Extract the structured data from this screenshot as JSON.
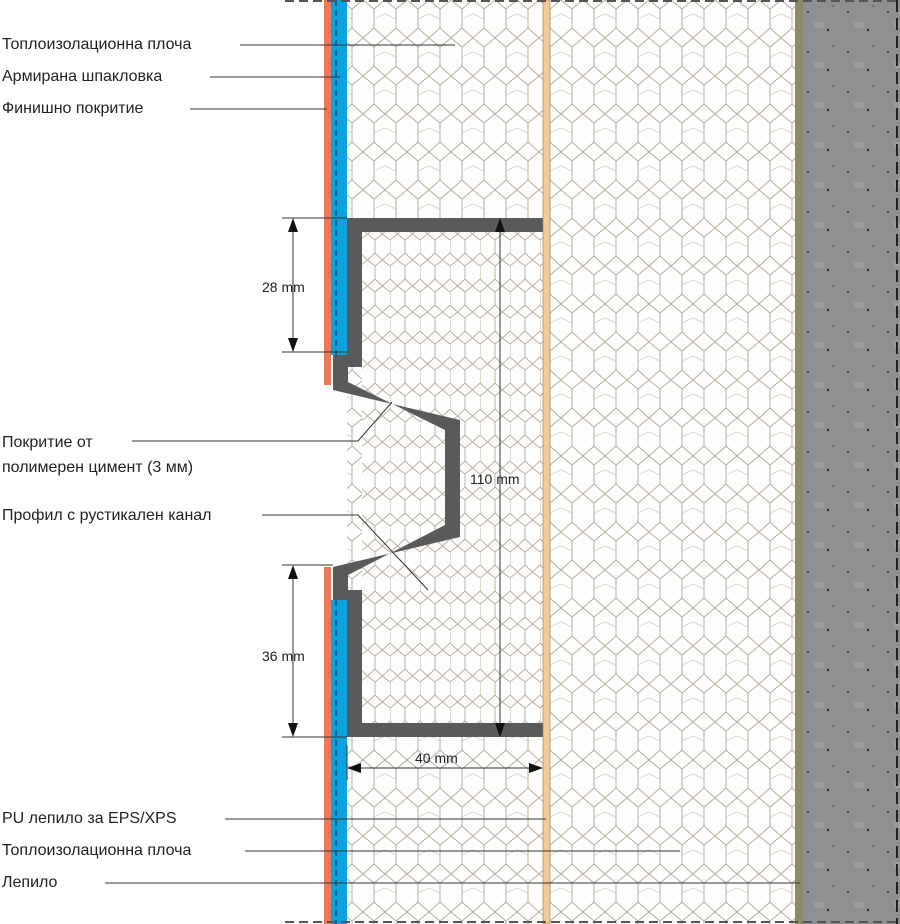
{
  "labels": {
    "insulation_top": "Топлоизолационна плоча",
    "reinforced_plaster": "Армирана шпакловка",
    "finish_coat": "Финишно покритие",
    "polymer_cement_line1": "Покритие от",
    "polymer_cement_line2": "полимерен цимент (3 мм)",
    "rustic_profile": "Профил с рустикален канал",
    "pu_adhesive": "PU лепило за EPS/XPS",
    "insulation_bottom": "Топлоизолационна плоча",
    "adhesive": "Лепило"
  },
  "dimensions": {
    "upper_band": "28 mm",
    "lower_band": "36 mm",
    "profile_height": "110 mm",
    "profile_depth": "40 mm"
  },
  "colors": {
    "finish": "#e8795a",
    "plaster": "#0aa3e0",
    "profile": "#5a5a5c",
    "pu_strip": "#f5c992",
    "adhesive": "#8d8a6a",
    "concrete": "#8e9092"
  }
}
